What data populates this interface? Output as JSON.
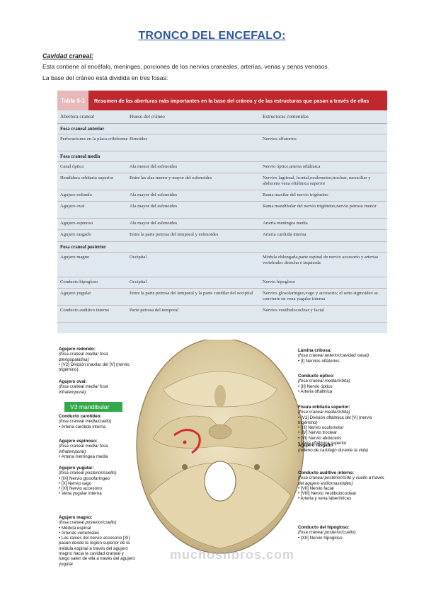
{
  "title": "TRONCO DEL ENCEFALO:",
  "subheading": "Cavidad craneal:",
  "paragraphs": [
    "Esta contiene al encéfalo, meninges, porciones de los nervios craneales, arterias, venas y senos venosos.",
    "La base del cráneo está dividida en tres fosas:"
  ],
  "table": {
    "number": "Tabla 5-1",
    "title": "Resumen de las aberturas más importantes en la base del cráneo y de las estructuras que pasan a través de ellas",
    "columns": [
      "Abertura craneal",
      "Hueso del cráneo",
      "Estructuras contenidas"
    ],
    "sections": [
      {
        "name": "Fosa craneal anterior",
        "rows": [
          [
            "Perforaciones en la placa cribiforme",
            "Etmoides",
            "Nervios olfatorios"
          ]
        ]
      },
      {
        "name": "Fosa craneal media",
        "rows": [
          [
            "Canal óptico",
            "Ala menor del esfenoides",
            "Nervio óptico,arteria oftálmica"
          ],
          [
            "Hendidura orbitaria superior",
            "Entre las alas menor y mayor del esfenoides",
            "Nervios lagrimal, frontal,oculomotor,troclear, nasociliar y abducens vena oftálmica superior"
          ],
          [
            "Agujero redondo",
            "Ala mayor del esfenoides",
            "Rama maxilar del nervio trigémino"
          ],
          [
            "Agujero oval",
            "Ala mayor del esfenoides",
            "Rama mandibular del nervio trigémino,nervio petroso menor"
          ],
          [
            "Agujero espinoso",
            "Ala mayor del esfenoides",
            "Arteria meníngea media"
          ],
          [
            "Agujero rasgado",
            "Entre la parte petrosa del temporal y esfenoides",
            "Arteria carótida interna"
          ]
        ]
      },
      {
        "name": "Fosa craneal posterior",
        "rows": [
          [
            "Agujero magno",
            "Occipital",
            "Médula oblongada,parte espinal de nervio accesorio y arterias vertebrales derecha e izquierda"
          ],
          [
            "Conducto hipogloso",
            "Occipital",
            "Nervio hipogloso"
          ],
          [
            "Agujero yugular",
            "Entre la parte petrosa del temporal y la parte condilar del occipital",
            "Nervios glosofaríngeo,vago y accesorio; el seno sigmoideo se convierte en vena yugular interna"
          ],
          [
            "Conducto auditivo interno",
            "Parte petrosa del temporal",
            "Nervios vestibulococlear y facial"
          ]
        ]
      }
    ]
  },
  "figure": {
    "highlight_label": "V3 mandibular",
    "watermark": "muchoslibros.com",
    "left_labels": [
      {
        "title": "Agujero redondo:",
        "sub": "(fosa craneal media/ fosa pterigopalatina)",
        "items": [
          "[V2] División maxilar del [V] (nervio trigémino)"
        ]
      },
      {
        "title": "Agujero oval:",
        "sub": "(fosa craneal media/ fosa infratemporal)",
        "items": []
      },
      {
        "title": "Conducto carotídeo:",
        "sub": "(fosa craneal media/cuello)",
        "items": [
          "Arteria carótida interna"
        ]
      },
      {
        "title": "Agujero espinoso:",
        "sub": "(fosa craneal media/ fosa infratemporal)",
        "items": [
          "Arteria meníngea media"
        ]
      },
      {
        "title": "Agujero yugular:",
        "sub": "(fosa craneal posterior/cuello)",
        "items": [
          "[IX] Nervio glosofaríngeo",
          "[X] Nervio vago",
          "[XI] Nervio accesorio",
          "Vena yugular interna"
        ]
      },
      {
        "title": "Agujero magno:",
        "sub": "(fosa craneal posterior/cuello)",
        "items": [
          "Médula espinal",
          "Arterias vertebrales",
          "Las raíces del nervio accesorio [XI] pasan desde la región superior de la médula espinal a través del agujero magno hacia la cavidad craneal y luego salen de ella a través del agujero yugular"
        ]
      }
    ],
    "right_labels": [
      {
        "title": "Lámina cribosa:",
        "sub": "(fosa craneal anterior/cavidad nasal)",
        "items": [
          "[I] Nervios olfatorios"
        ]
      },
      {
        "title": "Conducto óptico:",
        "sub": "(fosa craneal media/órbita)",
        "items": [
          "[II] Nervio óptico",
          "Arteria oftálmica"
        ]
      },
      {
        "title": "Fisura orbitaria superior:",
        "sub": "(fosa craneal media/órbita)",
        "items": [
          "[V1] División oftálmica del [V] (nervio trigémino)",
          "[III] Nervio oculomotor",
          "[IV] Nervio troclear",
          "[VI] Nervio abducens",
          "Vena oftálmica superior"
        ]
      },
      {
        "title": "Agujero rasgado",
        "sub": "(relleno de cartílago durante la vida)",
        "items": []
      },
      {
        "title": "Conducto auditivo interno:",
        "sub": "(fosa craneal posterior/oído y cuello a través del agujero estilomastoideo)",
        "items": [
          "[VII] Nervio facial",
          "[VIII] Nervio vestibulococlear",
          "Arteria y vena laberínticas"
        ]
      },
      {
        "title": "Conducto del hipogloso:",
        "sub": "(fosa craneal posterior/cuello)",
        "items": [
          "[XII] Nervio hipogloso"
        ]
      }
    ]
  }
}
